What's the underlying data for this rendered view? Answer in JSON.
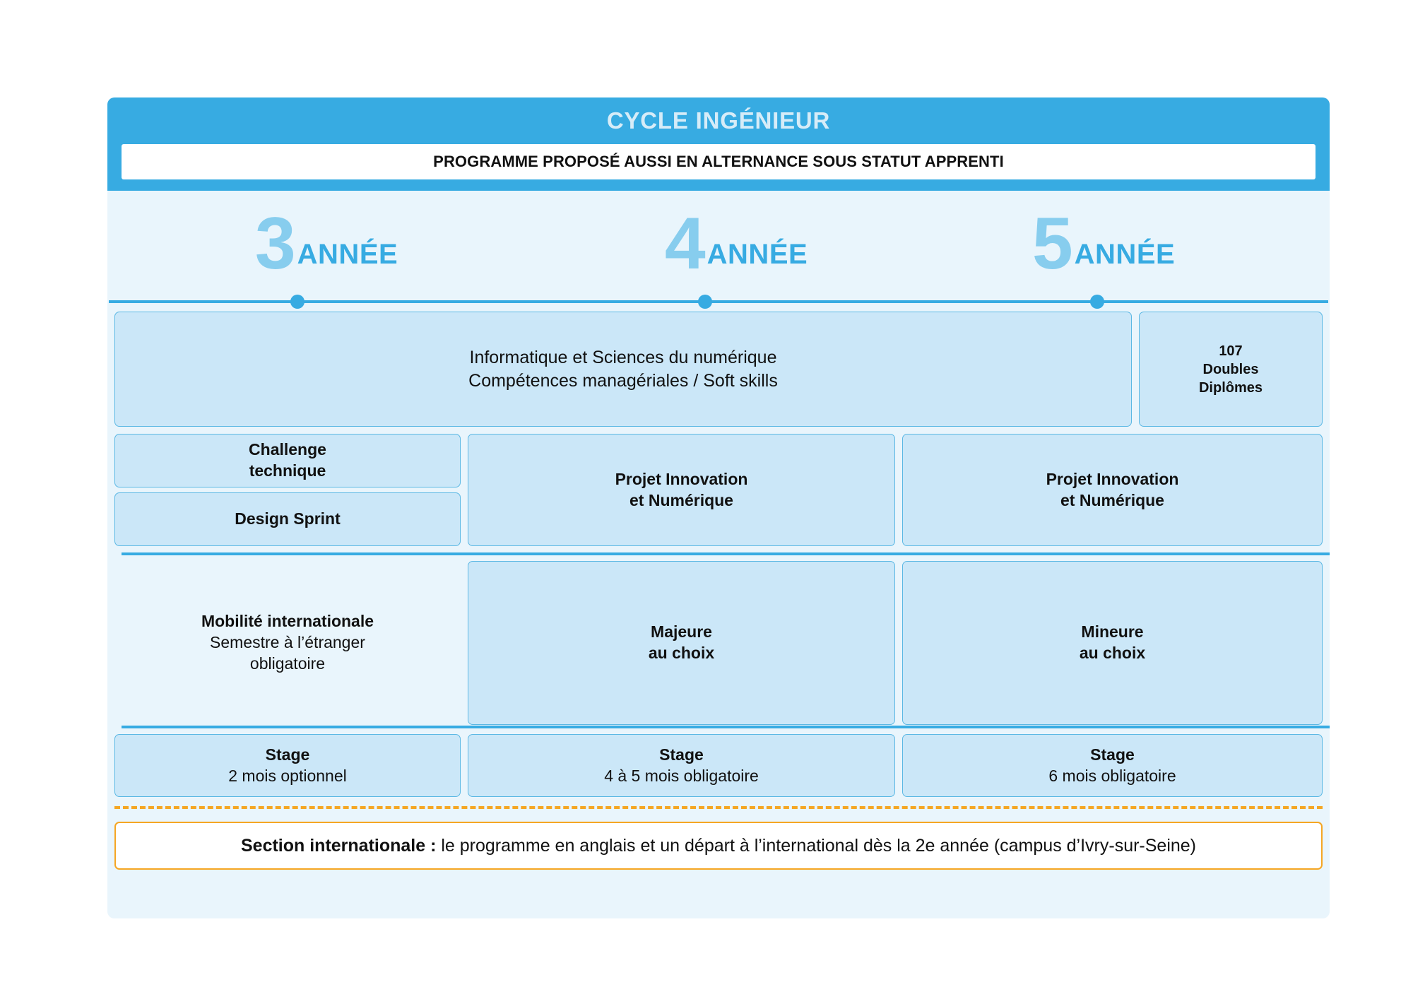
{
  "header": {
    "title": "CYCLE INGÉNIEUR",
    "banner": "PROGRAMME PROPOSÉ AUSSI EN ALTERNANCE SOUS STATUT APPRENTI",
    "bar_color": "#37abe2",
    "banner_bg": "#ffffff"
  },
  "years": [
    {
      "number": "3",
      "label": "ANNÉE"
    },
    {
      "number": "4",
      "label": "ANNÉE"
    },
    {
      "number": "5",
      "label": "ANNÉE"
    }
  ],
  "timeline": {
    "dot_color": "#37abe2",
    "line_color": "#37abe2",
    "dots": 3
  },
  "rows": {
    "core": {
      "main_line1": "Informatique et Sciences du numérique",
      "main_line2": "Compétences managériales / Soft skills",
      "double_degrees_count": "107",
      "double_degrees_line1": "Doubles",
      "double_degrees_line2": "Diplômes"
    },
    "projects": {
      "challenge_line1": "Challenge",
      "challenge_line2": "technique",
      "design_sprint": "Design Sprint",
      "y4_line1": "Projet Innovation",
      "y4_line2": "et Numérique",
      "y5_line1": "Projet Innovation",
      "y5_line2": "et Numérique"
    },
    "mobility": {
      "y3_title": "Mobilité internationale",
      "y3_line1": "Semestre à l’étranger",
      "y3_line2": "obligatoire",
      "y4_line1": "Majeure",
      "y4_line2": "au choix",
      "y5_line1": "Mineure",
      "y5_line2": "au choix"
    },
    "internships": {
      "y3_title": "Stage",
      "y3_detail": "2 mois optionnel",
      "y4_title": "Stage",
      "y4_detail": "4 à 5 mois obligatoire",
      "y5_title": "Stage",
      "y5_detail": "6 mois obligatoire"
    }
  },
  "footer": {
    "label": "Section internationale :",
    "text": " le programme en anglais et un départ à l’international dès la 2e année (campus d’Ivry-sur-Seine)",
    "accent_color": "#f5a623"
  },
  "palette": {
    "page_bg": "#e9f5fc",
    "box_fill": "#cbe7f8",
    "box_border": "#5bb8e4",
    "accent_blue": "#37abe2",
    "light_blue": "#87cdee",
    "orange": "#f5a623"
  }
}
